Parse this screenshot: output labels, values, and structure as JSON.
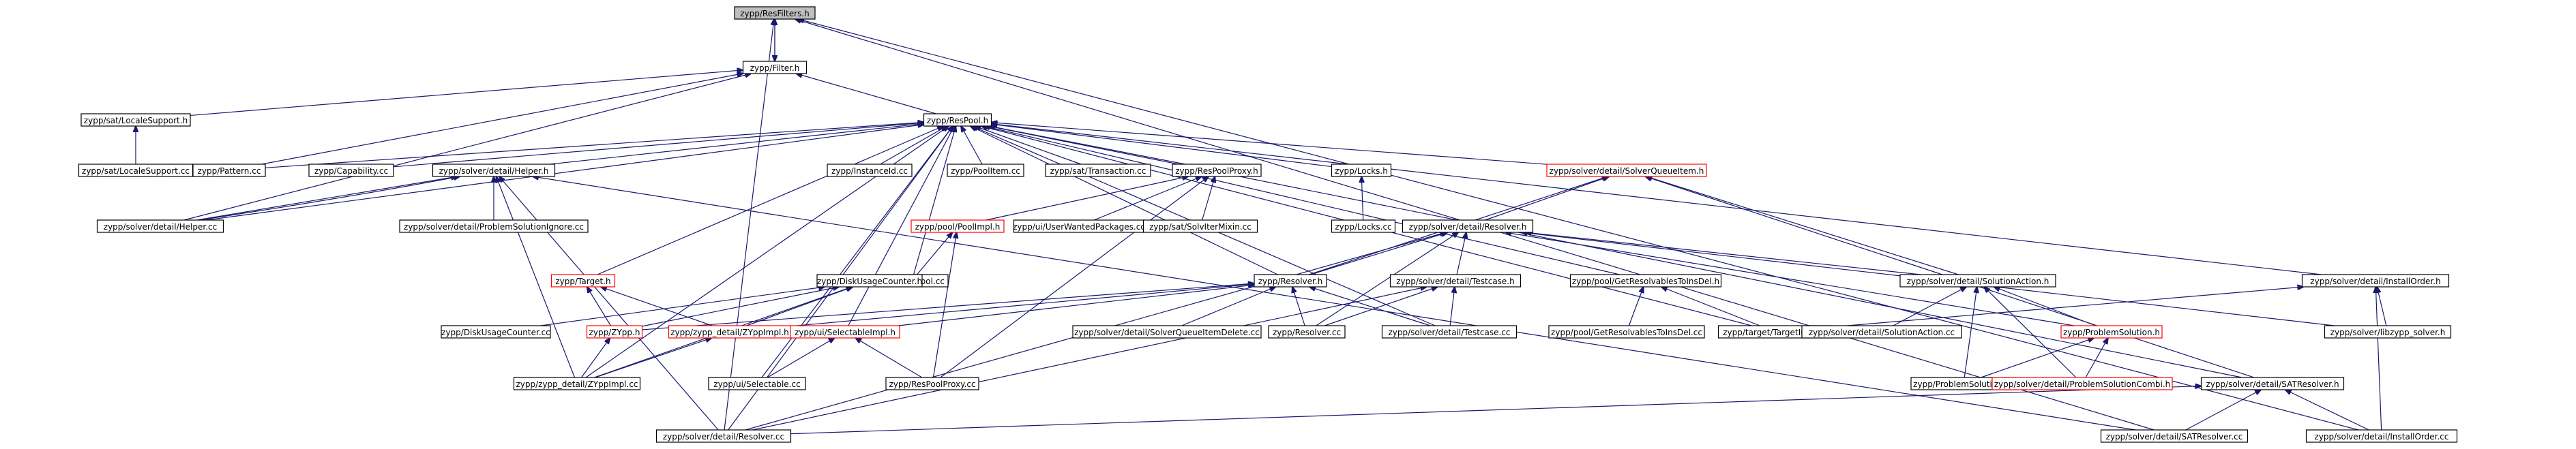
{
  "nodes": [
    {
      "id": "resfilters",
      "label": "zypp/ResFilters.h",
      "highlight": true,
      "red": false
    },
    {
      "id": "filter",
      "label": "zypp/Filter.h",
      "red": false
    },
    {
      "id": "localesupport_h",
      "label": "zypp/sat/LocaleSupport.h",
      "red": false
    },
    {
      "id": "localesupport_cc",
      "label": "zypp/sat/LocaleSupport.cc",
      "red": false
    },
    {
      "id": "respool",
      "label": "zypp/ResPool.h",
      "red": false
    },
    {
      "id": "pattern",
      "label": "zypp/Pattern.cc",
      "red": false
    },
    {
      "id": "capability",
      "label": "zypp/Capability.cc",
      "red": false
    },
    {
      "id": "helper_h",
      "label": "zypp/solver/detail/Helper.h",
      "red": false
    },
    {
      "id": "helper_cc",
      "label": "zypp/solver/detail/Helper.cc",
      "red": false
    },
    {
      "id": "problemsolutionignore",
      "label": "zypp/solver/detail/ProblemSolutionIgnore.cc",
      "red": false
    },
    {
      "id": "instanceid",
      "label": "zypp/InstanceId.cc",
      "red": false
    },
    {
      "id": "poolitem",
      "label": "zypp/PoolItem.cc",
      "red": false
    },
    {
      "id": "transaction",
      "label": "zypp/sat/Transaction.cc",
      "red": false
    },
    {
      "id": "respoolproxy_h",
      "label": "zypp/ResPoolProxy.h",
      "red": false
    },
    {
      "id": "poolimpl_h",
      "label": "zypp/pool/PoolImpl.h",
      "red": true
    },
    {
      "id": "userwanted",
      "label": "zypp/ui/UserWantedPackages.cc",
      "red": false
    },
    {
      "id": "solvitermixin",
      "label": "zypp/sat/SolvIterMixin.cc",
      "red": false
    },
    {
      "id": "respool_cc",
      "label": "zypp/ResPool.cc",
      "red": false
    },
    {
      "id": "locks_h",
      "label": "zypp/Locks.h",
      "red": false
    },
    {
      "id": "locks_cc",
      "label": "zypp/Locks.cc",
      "red": false
    },
    {
      "id": "solverqueueitem_h",
      "label": "zypp/solver/detail/SolverQueueItem.h",
      "red": true
    },
    {
      "id": "resolver_detail_h",
      "label": "zypp/solver/detail/Resolver.h",
      "red": false
    },
    {
      "id": "diskusage_h",
      "label": "zypp/DiskUsageCounter.h",
      "red": false
    },
    {
      "id": "diskusage_cc",
      "label": "zypp/DiskUsageCounter.cc",
      "red": false
    },
    {
      "id": "target_h",
      "label": "zypp/Target.h",
      "red": true
    },
    {
      "id": "resolver_h",
      "label": "zypp/Resolver.h",
      "red": false
    },
    {
      "id": "zypp_h",
      "label": "zypp/ZYpp.h",
      "red": true
    },
    {
      "id": "zyppimpl_h",
      "label": "zypp/zypp_detail/ZYppImpl.h",
      "red": true
    },
    {
      "id": "selectableimpl_h",
      "label": "zypp/ui/SelectableImpl.h",
      "red": true
    },
    {
      "id": "zyppimpl_cc",
      "label": "zypp/zypp_detail/ZYppImpl.cc",
      "red": false
    },
    {
      "id": "selectable_cc",
      "label": "zypp/ui/Selectable.cc",
      "red": false
    },
    {
      "id": "respoolproxy_cc",
      "label": "zypp/ResPoolProxy.cc",
      "red": false
    },
    {
      "id": "sqidelete",
      "label": "zypp/solver/detail/SolverQueueItemDelete.cc",
      "red": false
    },
    {
      "id": "resolver_cc",
      "label": "zypp/Resolver.cc",
      "red": false
    },
    {
      "id": "testcase_h",
      "label": "zypp/solver/detail/Testcase.h",
      "red": false
    },
    {
      "id": "testcase_cc",
      "label": "zypp/solver/detail/Testcase.cc",
      "red": false
    },
    {
      "id": "getres_h",
      "label": "zypp/pool/GetResolvablesToInsDel.h",
      "red": false
    },
    {
      "id": "getres_cc",
      "label": "zypp/pool/GetResolvablesToInsDel.cc",
      "red": false
    },
    {
      "id": "targetimpl_cc",
      "label": "zypp/target/TargetImpl.cc",
      "red": false
    },
    {
      "id": "solutionaction_h",
      "label": "zypp/solver/detail/SolutionAction.h",
      "red": false
    },
    {
      "id": "solutionaction_cc",
      "label": "zypp/solver/detail/SolutionAction.cc",
      "red": false
    },
    {
      "id": "problemsolution_h",
      "label": "zypp/ProblemSolution.h",
      "red": true
    },
    {
      "id": "problemsolution_cc",
      "label": "zypp/ProblemSolution.cc",
      "red": false
    },
    {
      "id": "problemsolutioncombi",
      "label": "zypp/solver/detail/ProblemSolutionCombi.h",
      "red": true
    },
    {
      "id": "installorder_h",
      "label": "zypp/solver/detail/InstallOrder.h",
      "red": false
    },
    {
      "id": "libzypp_solver",
      "label": "zypp/solver/libzypp_solver.h",
      "red": false
    },
    {
      "id": "satresolver_h",
      "label": "zypp/solver/detail/SATResolver.h",
      "red": false
    },
    {
      "id": "resolver_detail_cc",
      "label": "zypp/solver/detail/Resolver.cc",
      "red": false
    },
    {
      "id": "satresolver_cc",
      "label": "zypp/solver/detail/SATResolver.cc",
      "red": false
    },
    {
      "id": "installorder_cc",
      "label": "zypp/solver/detail/InstallOrder.cc",
      "red": false
    }
  ],
  "edges": [
    [
      "filter",
      "resfilters"
    ],
    [
      "resfilters",
      "filter"
    ],
    [
      "localesupport_h",
      "filter"
    ],
    [
      "pattern",
      "filter"
    ],
    [
      "helper_cc",
      "filter"
    ],
    [
      "respool",
      "filter"
    ],
    [
      "localesupport_cc",
      "localesupport_h"
    ],
    [
      "pattern",
      "respool"
    ],
    [
      "capability",
      "respool"
    ],
    [
      "helper_h",
      "respool"
    ],
    [
      "helper_cc",
      "respool"
    ],
    [
      "instanceid",
      "respool"
    ],
    [
      "poolitem",
      "respool"
    ],
    [
      "transaction",
      "respool"
    ],
    [
      "respoolproxy_h",
      "respool"
    ],
    [
      "locks_h",
      "respool"
    ],
    [
      "solverqueueitem_h",
      "respool"
    ],
    [
      "resolver_h",
      "respool"
    ],
    [
      "selectable_cc",
      "respool"
    ],
    [
      "selectableimpl_h",
      "respool"
    ],
    [
      "respool_cc",
      "respool"
    ],
    [
      "testcase_cc",
      "respool"
    ],
    [
      "getres_h",
      "respool"
    ],
    [
      "installorder_h",
      "respool"
    ],
    [
      "satresolver_h",
      "respool"
    ],
    [
      "target_h",
      "respool"
    ],
    [
      "targetimpl_cc",
      "respool"
    ],
    [
      "resolver_detail_cc",
      "respool"
    ],
    [
      "zyppimpl_cc",
      "respool"
    ],
    [
      "helper_cc",
      "helper_h"
    ],
    [
      "problemsolutionignore",
      "helper_h"
    ],
    [
      "resolver_detail_cc",
      "helper_h"
    ],
    [
      "zyppimpl_cc",
      "helper_h"
    ],
    [
      "poolimpl_h",
      "respoolproxy_h"
    ],
    [
      "userwanted",
      "respoolproxy_h"
    ],
    [
      "solvitermixin",
      "respoolproxy_h"
    ],
    [
      "respoolproxy_cc",
      "respoolproxy_h"
    ],
    [
      "respool_cc",
      "poolimpl_h"
    ],
    [
      "respoolproxy_cc",
      "poolimpl_h"
    ],
    [
      "locks_cc",
      "locks_h"
    ],
    [
      "resolver_detail_h",
      "solverqueueitem_h"
    ],
    [
      "resolver_h",
      "solverqueueitem_h"
    ],
    [
      "solutionaction_h",
      "solverqueueitem_h"
    ],
    [
      "satresolver_h",
      "solverqueueitem_h"
    ],
    [
      "resolver_h",
      "resolver_detail_h"
    ],
    [
      "testcase_h",
      "resolver_detail_h"
    ],
    [
      "resolver_cc",
      "resolver_detail_h"
    ],
    [
      "solutionaction_h",
      "resolver_detail_h"
    ],
    [
      "problemsolution_h",
      "resolver_detail_h"
    ],
    [
      "libzypp_solver",
      "resolver_detail_h"
    ],
    [
      "resolver_detail_cc",
      "resolver_detail_h"
    ],
    [
      "diskusage_cc",
      "diskusage_h"
    ],
    [
      "zypp_h",
      "diskusage_h"
    ],
    [
      "zyppimpl_h",
      "diskusage_h"
    ],
    [
      "zyppimpl_cc",
      "diskusage_h"
    ],
    [
      "zypp_h",
      "target_h"
    ],
    [
      "zyppimpl_h",
      "target_h"
    ],
    [
      "zypp_h",
      "resolver_h"
    ],
    [
      "zyppimpl_h",
      "resolver_h"
    ],
    [
      "selectableimpl_h",
      "resolver_h"
    ],
    [
      "sqidelete",
      "resolver_h"
    ],
    [
      "resolver_cc",
      "resolver_h"
    ],
    [
      "testcase_cc",
      "resolver_h"
    ],
    [
      "zyppimpl_cc",
      "zypp_h"
    ],
    [
      "zyppimpl_cc",
      "zyppimpl_h"
    ],
    [
      "selectable_cc",
      "selectableimpl_h"
    ],
    [
      "respoolproxy_cc",
      "selectableimpl_h"
    ],
    [
      "resolver_cc",
      "testcase_h"
    ],
    [
      "testcase_cc",
      "testcase_h"
    ],
    [
      "resolver_detail_cc",
      "testcase_h"
    ],
    [
      "getres_cc",
      "getres_h"
    ],
    [
      "targetimpl_cc",
      "getres_h"
    ],
    [
      "solutionaction_cc",
      "solutionaction_h"
    ],
    [
      "problemsolution_h",
      "solutionaction_h"
    ],
    [
      "problemsolution_cc",
      "solutionaction_h"
    ],
    [
      "problemsolutioncombi",
      "solutionaction_h"
    ],
    [
      "problemsolution_cc",
      "problemsolution_h"
    ],
    [
      "problemsolutioncombi",
      "problemsolution_h"
    ],
    [
      "libzypp_solver",
      "installorder_h"
    ],
    [
      "installorder_cc",
      "installorder_h"
    ],
    [
      "targetimpl_cc",
      "installorder_h"
    ],
    [
      "resolver_detail_cc",
      "satresolver_h"
    ],
    [
      "satresolver_cc",
      "satresolver_h"
    ],
    [
      "installorder_cc",
      "satresolver_h"
    ],
    [
      "resolver_detail_cc",
      "resfilters"
    ],
    [
      "satresolver_cc",
      "resfilters"
    ],
    [
      "installorder_cc",
      "resfilters"
    ],
    [
      "helper_cc",
      "helper_h"
    ],
    [
      "satresolver_cc",
      "helper_h"
    ]
  ]
}
